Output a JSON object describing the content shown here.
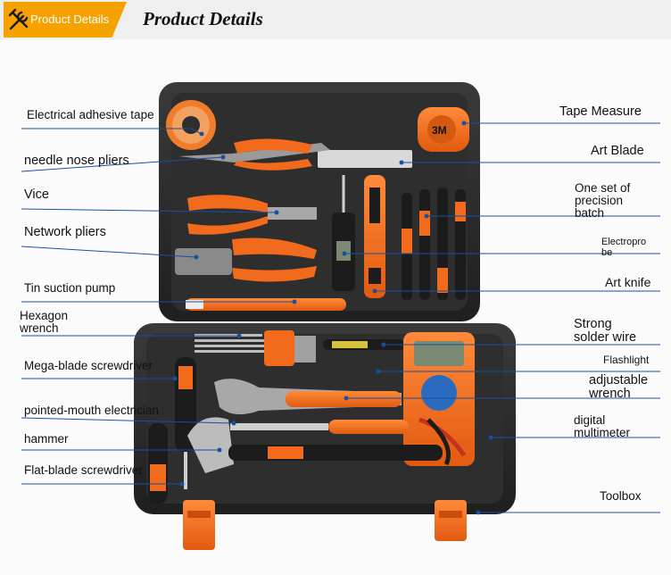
{
  "header": {
    "badge_label": "Product Details",
    "title": "Product Details",
    "badge_color": "#f5a100"
  },
  "colors": {
    "case": "#2b2b2b",
    "case_inner": "#3a3a3a",
    "accent_orange": "#f26b1d",
    "leader_line": "#1a4fa0"
  },
  "labels_left": [
    {
      "id": "electrical-adhesive-tape",
      "text": "Electrical adhesive tape"
    },
    {
      "id": "needle-nose-pliers",
      "text": "needle nose pliers"
    },
    {
      "id": "vice",
      "text": "Vice"
    },
    {
      "id": "network-pliers",
      "text": "Network pliers"
    },
    {
      "id": "tin-suction-pump",
      "text": "Tin suction pump"
    },
    {
      "id": "hexagon-wrench",
      "text": "Hexagon\nwrench"
    },
    {
      "id": "mega-blade-screwdriver",
      "text": "Mega-blade screwdriver"
    },
    {
      "id": "pointed-mouth-electrician",
      "text": "pointed-mouth electrician"
    },
    {
      "id": "hammer",
      "text": "hammer"
    },
    {
      "id": "flat-blade-screwdriver",
      "text": "Flat-blade screwdriver"
    }
  ],
  "labels_right": [
    {
      "id": "tape-measure",
      "text": "Tape Measure"
    },
    {
      "id": "art-blade",
      "text": "Art Blade"
    },
    {
      "id": "precision-batch",
      "text": "One set of\nprecision\nbatch"
    },
    {
      "id": "electroprobe",
      "text": "Electropro\nbe"
    },
    {
      "id": "art-knife",
      "text": "Art knife"
    },
    {
      "id": "strong-solder-wire",
      "text": "Strong\nsolder wire"
    },
    {
      "id": "flashlight",
      "text": "Flashlight"
    },
    {
      "id": "adjustable-wrench",
      "text": "adjustable\nwrench"
    },
    {
      "id": "digital-multimeter",
      "text": "digital\nmultimeter"
    },
    {
      "id": "toolbox",
      "text": "Toolbox"
    }
  ],
  "product_markings": {
    "tape_measure_brand": "3M"
  }
}
